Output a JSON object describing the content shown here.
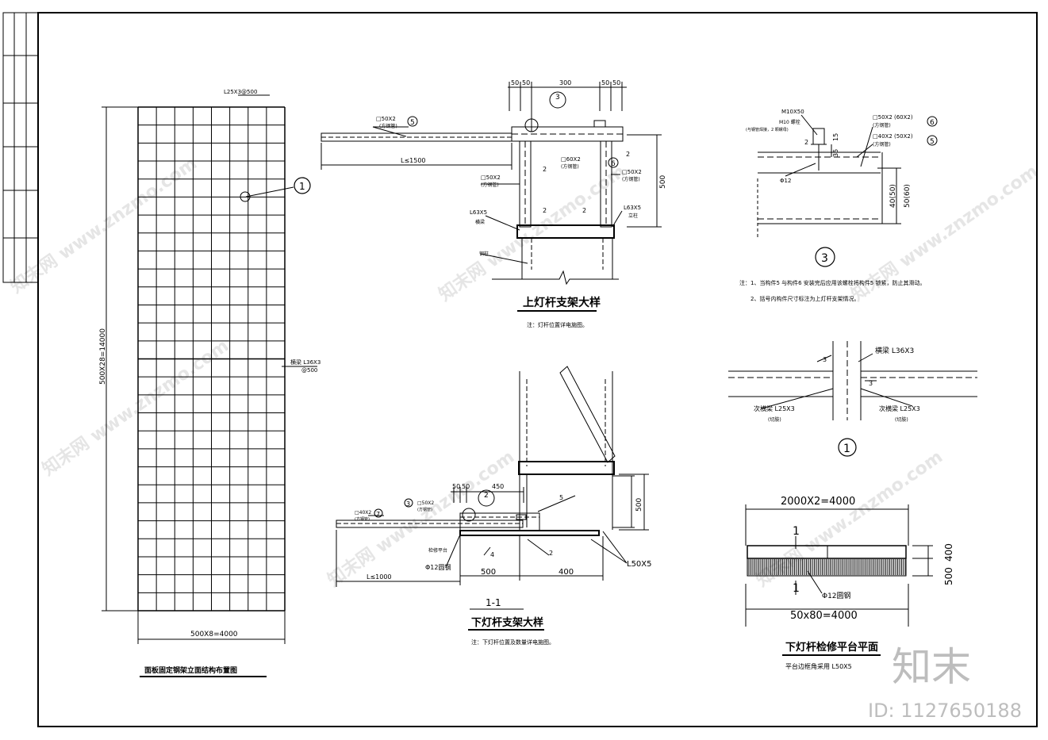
{
  "main_panel": {
    "dim_top": "L25X3@500",
    "dim_bottom": "500X8=4000",
    "dim_side": "500X28=14000",
    "beam_label": "横梁 L36X3",
    "beam_sub": "@500",
    "title": "面板固定钢架立面结构布置图",
    "detail_marker": "1"
  },
  "upper_detail": {
    "dims": [
      "50",
      "50",
      "300",
      "50",
      "50"
    ],
    "dim_500": "500",
    "lamp_length": "L≤1500",
    "pipe_left": "□50X2",
    "pipe_left_sub": "(方钢管)",
    "pipe_mid": "□60X2",
    "pipe_mid_sub": "(方钢管)",
    "pipe_col": "□50X2",
    "pipe_col_sub": "(方钢管)",
    "pipe_right": "□50X2",
    "pipe_right_sub": "(方钢管)",
    "angle_left": "L63X5",
    "angle_left_sub": "横梁",
    "angle_right": "L63X5",
    "angle_right_sub": "立柱",
    "column": "钢柱",
    "circle_5": "5",
    "circle_6": "6",
    "marker_3": "3",
    "weld_2": "2",
    "title": "上灯杆支架大样",
    "note": "注：灯杆位置详电施图。"
  },
  "detail_3": {
    "bolt": "M10X50",
    "bolt_sub": "M10 螺栓",
    "bolt_sub2": "(与钢管焊接，2 颗螺母)",
    "pipe_a": "□50X2 (60X2)",
    "pipe_a_sub": "(方钢管)",
    "pipe_b": "□40X2 (50X2)",
    "pipe_b_sub": "(方钢管)",
    "circle_6": "6",
    "circle_5": "5",
    "dim_15": "15",
    "dim_35": "35",
    "dim_40": "40(50)",
    "dim_50": "50(60)",
    "bar": "Φ12",
    "weld_2": "2",
    "marker": "3",
    "note_1": "注：1、当构件5 与构件6 安装完后应用该螺栓将构件5 锁紧，防止其滑动。",
    "note_2": "2、括号内构件尺寸标注为上灯杆支架情况。"
  },
  "detail_1": {
    "beam": "横梁 L36X3",
    "sub_left": "次横梁 L25X3",
    "sub_left_note": "(切肢)",
    "sub_right": "次横梁 L25X3",
    "sub_right_note": "(切肢)",
    "weld_3a": "3",
    "weld_3b": "3",
    "marker": "1"
  },
  "lower_detail": {
    "dims": [
      "50",
      "50",
      "450"
    ],
    "dim_500v": "500",
    "dim_500": "500",
    "dim_400": "400",
    "lamp_length": "L≤1000",
    "pipe_a": "□40X2",
    "pipe_a_sub": "(方钢管)",
    "pipe_b": "□50X2",
    "pipe_b_sub": "(方钢管)",
    "circle_7": "7",
    "circle_3": "3",
    "marker_2": "2",
    "platform": "检修平台",
    "bar": "Φ12圆钢",
    "weld_5": "5",
    "weld_4": "4",
    "weld_2": "2",
    "angle": "L50X5",
    "section": "1-1",
    "title": "下灯杆支架大样",
    "note": "注：下灯杆位置及数量详电施图。"
  },
  "platform": {
    "dim_top": "2000X2=4000",
    "dim_bottom": "50x80=4000",
    "dim_400": "400",
    "dim_500": "500",
    "section_1a": "1",
    "section_1b": "1",
    "bar": "Φ12圆钢",
    "title": "下灯杆检修平台平面",
    "note": "平台边框角采用  L50X5"
  },
  "watermark": {
    "logo": "知末",
    "id": "ID: 1127650188",
    "tile": "知末网 www.znzmo.com"
  }
}
